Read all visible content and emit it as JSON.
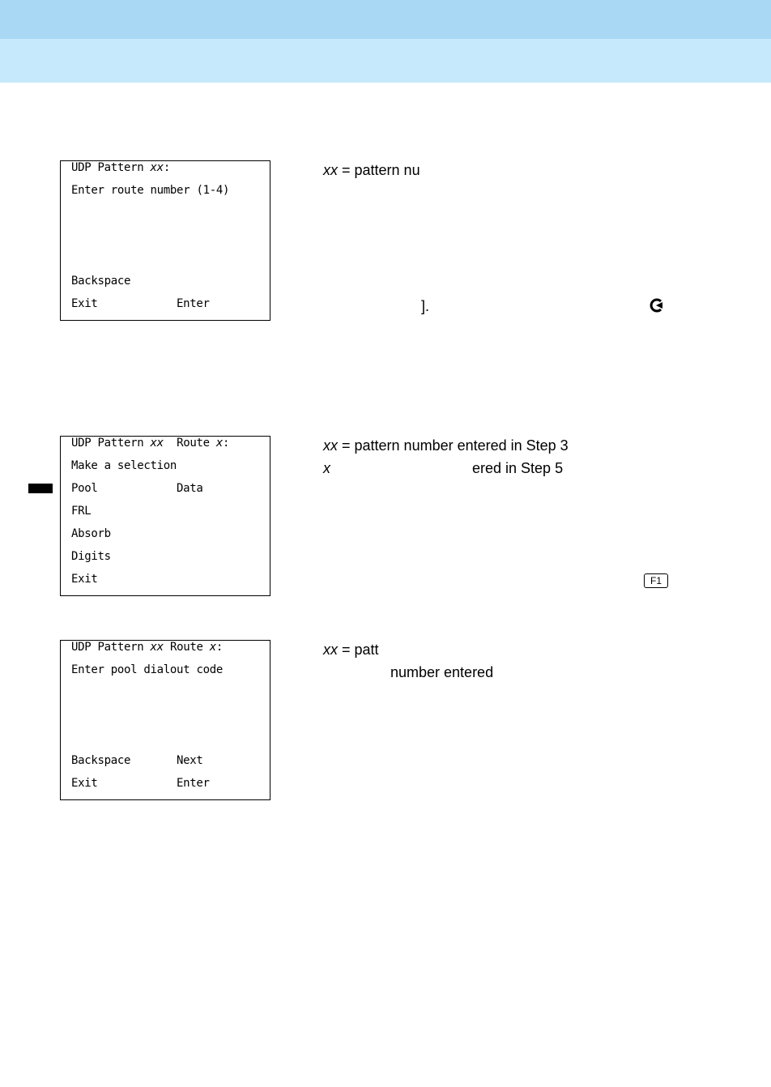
{
  "screens": [
    {
      "title_prefix": "UDP Pattern ",
      "title_var": "xx",
      "title_suffix": ":",
      "prompt": "Enter route number (1-4)",
      "btn_left_1": "Backspace",
      "btn_left_2": "Exit",
      "btn_right_2": "Enter"
    },
    {
      "title_prefix": "UDP Pattern ",
      "title_var": "xx",
      "title_mid": "  Route ",
      "title_var2": "x",
      "title_suffix": ":",
      "prompt": "Make a selection",
      "opt_pool": "Pool",
      "opt_data": "Data",
      "opt_frl": "FRL",
      "opt_absorb": "Absorb",
      "opt_digits": "Digits",
      "opt_exit": "Exit"
    },
    {
      "title_prefix": "UDP Pattern ",
      "title_var": "xx",
      "title_mid": " Route ",
      "title_var2": "x",
      "title_suffix": ":",
      "prompt": "Enter pool dialout code",
      "btn_left_1": "Backspace",
      "btn_right_1": "Next",
      "btn_left_2": "Exit",
      "btn_right_2": "Enter"
    }
  ],
  "notes": {
    "n1_var": "xx",
    "n1_text": " = pattern nu",
    "n1b_text": "].",
    "n2_var": "xx",
    "n2_text": " = pattern number entered in Step 3",
    "n2b_var": "x",
    "n2b_text": "ered in Step 5",
    "n3_var": "xx",
    "n3_text": " = patt",
    "n3b_text": "number entered"
  },
  "key_label": "F1",
  "icons": {
    "return": "return-arrow-icon"
  }
}
